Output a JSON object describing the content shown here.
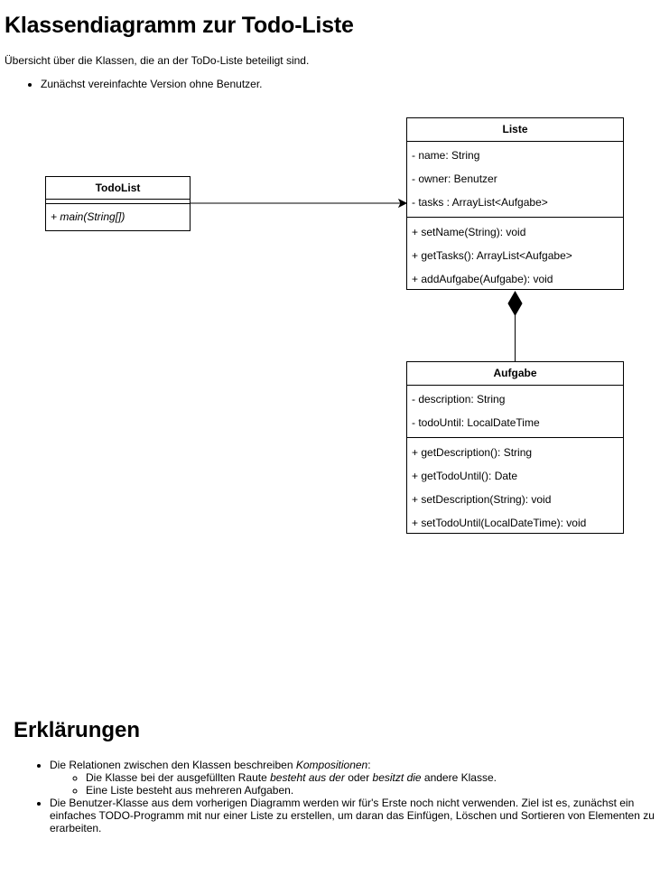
{
  "title": "Klassendiagramm zur Todo-Liste",
  "intro": "Übersicht über die Klassen, die an der ToDo-Liste beteiligt sind.",
  "intro_bullet": "Zunächst vereinfachte Version ohne Benutzer.",
  "classes": {
    "todolist": {
      "name": "TodoList",
      "operations": [
        "+ main(String[])"
      ]
    },
    "liste": {
      "name": "Liste",
      "attributes": [
        "- name: String",
        "- owner: Benutzer",
        "- tasks : ArrayList<Aufgabe>"
      ],
      "operations": [
        "+ setName(String): void",
        "+ getTasks(): ArrayList<Aufgabe>",
        "+ addAufgabe(Aufgabe): void"
      ]
    },
    "aufgabe": {
      "name": "Aufgabe",
      "attributes": [
        "- description: String",
        "- todoUntil: LocalDateTime"
      ],
      "operations": [
        "+ getDescription(): String",
        "+ getTodoUntil(): Date",
        "+ setDescription(String): void",
        "+ setTodoUntil(LocalDateTime): void"
      ]
    }
  },
  "explanations": {
    "heading": "Erklärungen",
    "b1_pre": "Die Relationen zwischen den Klassen beschreiben ",
    "b1_em": "Kompositionen",
    "b1_post": ":",
    "sub1_pre": "Die Klasse bei der ausgefüllten Raute ",
    "sub1_em1": "besteht aus der",
    "sub1_mid": " oder ",
    "sub1_em2": "besitzt die",
    "sub1_post": " andere Klasse.",
    "sub2": "Eine Liste besteht aus mehreren Aufgaben.",
    "b2": "Die Benutzer-Klasse aus dem vorherigen Diagramm werden wir für's Erste noch nicht verwenden. Ziel ist es, zunächst ein einfaches TODO-Programm mit nur einer Liste zu erstellen, um daran das Einfügen, Löschen und Sortieren von Elementen zu erarbeiten."
  }
}
